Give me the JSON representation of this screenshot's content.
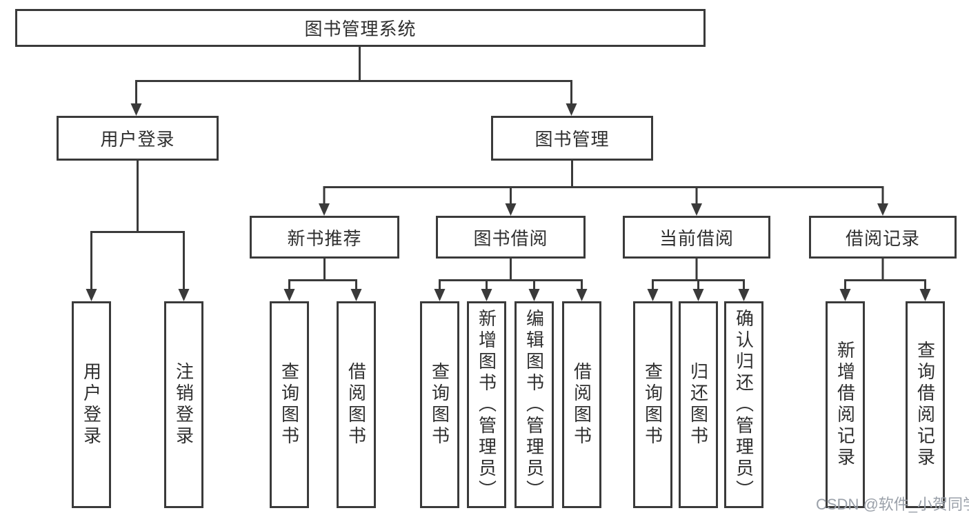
{
  "diagram": {
    "root": {
      "label": "图书管理系统"
    },
    "level2": [
      {
        "label": "用户登录"
      },
      {
        "label": "图书管理"
      }
    ],
    "level3": [
      {
        "label": "新书推荐"
      },
      {
        "label": "图书借阅"
      },
      {
        "label": "当前借阅"
      },
      {
        "label": "借阅记录"
      }
    ],
    "leaves": [
      {
        "label": "用户登录"
      },
      {
        "label": "注销登录"
      },
      {
        "label": "查询图书"
      },
      {
        "label": "借阅图书"
      },
      {
        "label": "查询图书"
      },
      {
        "label": "新增图书（管理员）"
      },
      {
        "label": "编辑图书（管理员）"
      },
      {
        "label": "借阅图书"
      },
      {
        "label": "查询图书"
      },
      {
        "label": "归还图书"
      },
      {
        "label": "确认归还（管理员）"
      },
      {
        "label": "新增借阅记录"
      },
      {
        "label": "查询借阅记录"
      }
    ],
    "colors": {
      "stroke": "#3a3a3a",
      "text": "#2f2f2f",
      "background": "#ffffff",
      "watermark": "#9aa0a9"
    }
  },
  "watermark": {
    "text": "CSDN @软件_小贺同学"
  }
}
